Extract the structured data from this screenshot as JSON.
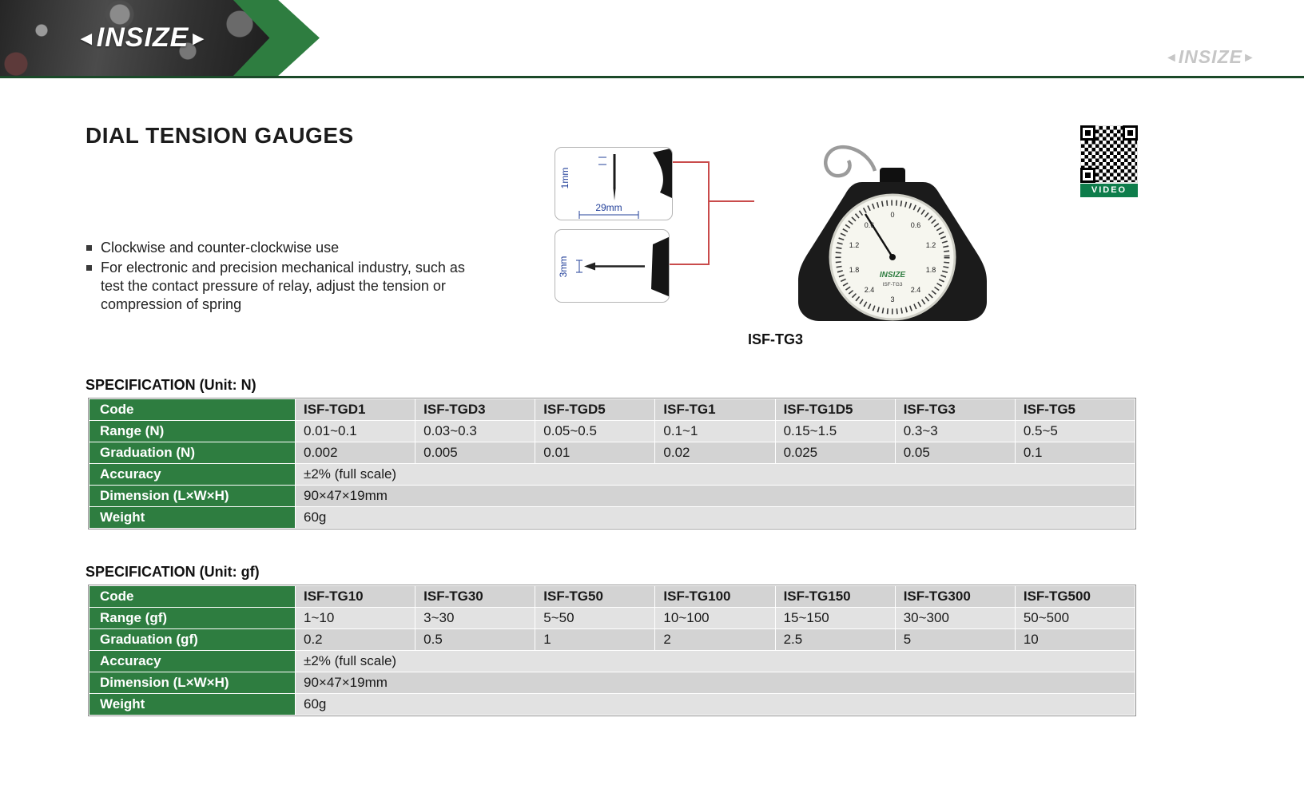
{
  "brand": {
    "arrow_left": "◄",
    "logo_text": "INSIZE",
    "arrow_right": "►"
  },
  "watermark": {
    "arrow_left": "◄",
    "logo_text": "INSIZE",
    "arrow_right": "►"
  },
  "page": {
    "title": "DIAL TENSION GAUGES",
    "bullets": [
      "Clockwise and counter-clockwise use",
      "For electronic and precision mechanical industry, such as test the contact pressure of relay, adjust the tension or compression of spring"
    ],
    "figure_caption": "ISF-TG3",
    "video_label": "VIDEO"
  },
  "diagram": {
    "dim_tip_width": "1mm",
    "dim_length": "29mm",
    "dim_tip_height": "3mm"
  },
  "dial": {
    "brand": "INSIZE",
    "model": "ISF-TG3",
    "zero": "0",
    "numbers": [
      "0.6",
      "1.2",
      "1.8",
      "2.4",
      "3"
    ]
  },
  "tables": [
    {
      "title": "SPECIFICATION (Unit: N)",
      "labels": {
        "code": "Code",
        "range": "Range (N)",
        "graduation": "Graduation (N)",
        "accuracy": "Accuracy",
        "dimension": "Dimension (L×W×H)",
        "weight": "Weight"
      },
      "codes": [
        "ISF-TGD1",
        "ISF-TGD3",
        "ISF-TGD5",
        "ISF-TG1",
        "ISF-TG1D5",
        "ISF-TG3",
        "ISF-TG5"
      ],
      "range": [
        "0.01~0.1",
        "0.03~0.3",
        "0.05~0.5",
        "0.1~1",
        "0.15~1.5",
        "0.3~3",
        "0.5~5"
      ],
      "graduation": [
        "0.002",
        "0.005",
        "0.01",
        "0.02",
        "0.025",
        "0.05",
        "0.1"
      ],
      "accuracy": "±2% (full scale)",
      "dimension": "90×47×19mm",
      "weight": "60g"
    },
    {
      "title": "SPECIFICATION (Unit: gf)",
      "labels": {
        "code": "Code",
        "range": "Range (gf)",
        "graduation": "Graduation (gf)",
        "accuracy": "Accuracy",
        "dimension": "Dimension (L×W×H)",
        "weight": "Weight"
      },
      "codes": [
        "ISF-TG10",
        "ISF-TG30",
        "ISF-TG50",
        "ISF-TG100",
        "ISF-TG150",
        "ISF-TG300",
        "ISF-TG500"
      ],
      "range": [
        "1~10",
        "3~30",
        "5~50",
        "10~100",
        "15~150",
        "30~300",
        "50~500"
      ],
      "graduation": [
        "0.2",
        "0.5",
        "1",
        "2",
        "2.5",
        "5",
        "10"
      ],
      "accuracy": "±2% (full scale)",
      "dimension": "90×47×19mm",
      "weight": "60g"
    }
  ],
  "colors": {
    "brand_green": "#2e7d40",
    "rule_green": "#1b4a29",
    "row_dark": "#d3d3d3",
    "row_light": "#e2e2e2",
    "dimension_blue": "#23409a",
    "connector_red": "#c94b4b"
  }
}
